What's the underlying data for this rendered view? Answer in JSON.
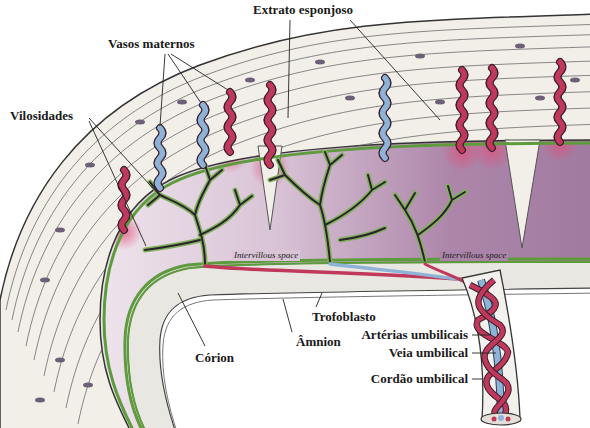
{
  "diagram": {
    "labels": [
      "Extrato esponjoso",
      "Vasos maternos",
      "Vilosidades",
      "Intervillous space",
      "Intervillous space",
      "Trofoblasto",
      "Artérias umbilicais",
      "Veia umbilical",
      "Cordão umbilical",
      "Córion",
      "Âmnion"
    ]
  }
}
